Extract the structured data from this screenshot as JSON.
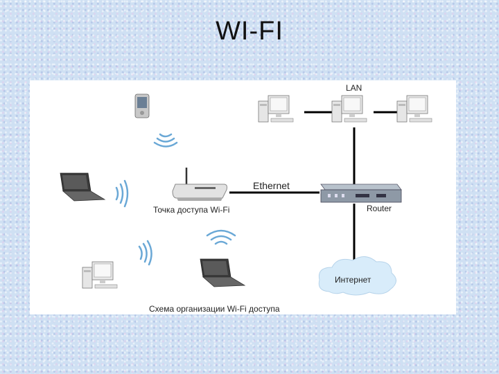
{
  "title": "WI-FI",
  "diagram": {
    "lan_label": "LAN",
    "ethernet_label": "Ethernet",
    "access_point_label": "Точка доступа Wi-Fi",
    "router_label": "Router",
    "internet_label": "Интернет",
    "caption": "Схема организации Wi-Fi доступа",
    "icons": [
      "pda-icon",
      "laptop-icon",
      "desktop-computer-icon",
      "wifi-signal-icon",
      "access-point-icon",
      "router-icon",
      "cloud-icon"
    ],
    "colors": {
      "background": "#cfe0f3",
      "wifi": "#6aa8d6",
      "lines": "#000000",
      "cloud": "#d8ecfa"
    }
  }
}
